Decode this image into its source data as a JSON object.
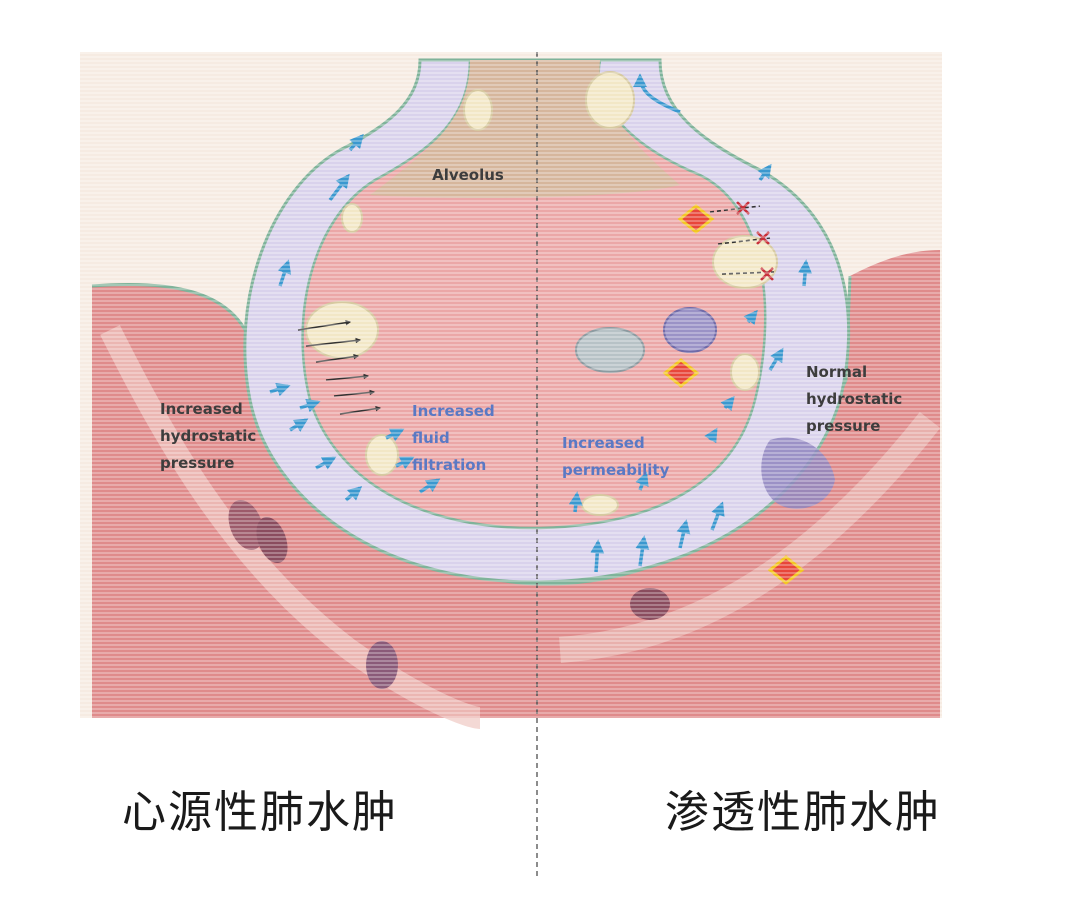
{
  "labels": {
    "alveolus": "Alveolus",
    "left_pressure": [
      "Increased",
      "hydrostatic",
      "pressure"
    ],
    "left_filtration": [
      "Increased",
      "fluid",
      "filtration"
    ],
    "right_permeability": [
      "Increased",
      "permeability"
    ],
    "right_pressure": [
      "Normal",
      "hydrostatic",
      "pressure"
    ]
  },
  "captions": {
    "left": "心源性肺水肿",
    "right": "渗透性肺水肿"
  },
  "colors": {
    "vessel": "#df8b8b",
    "vessel_dark": "#c96a6c",
    "interstitium": "#d9d2ec",
    "alveolus_space": "#eba7a7",
    "alveolus_air": "#d6b69c",
    "fluid_arrow": "#3a98cf",
    "label_dark": "#3d3d3d",
    "label_blue": "#5a79c4",
    "marker_fill": "#e8463a",
    "marker_border": "#f3c623"
  }
}
